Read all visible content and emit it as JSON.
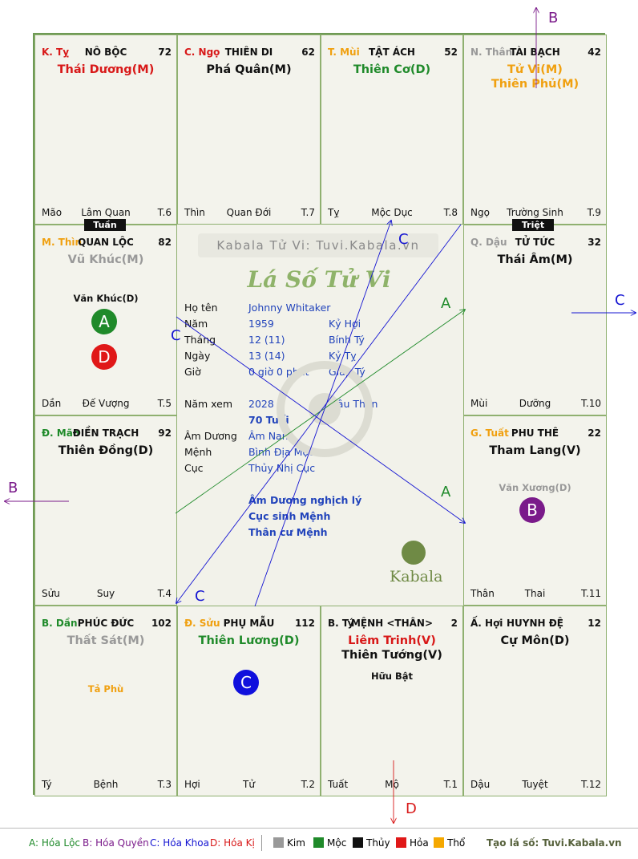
{
  "cells": [
    {
      "id": "ty",
      "can": "K. Tỵ",
      "can_color": "#d81818",
      "name": "NÔ BỘC",
      "num": "72",
      "stars": [
        {
          "t": "Thái Dương(M)",
          "c": "#d81818"
        }
      ],
      "bl": "Mão",
      "bc": "Lâm Quan",
      "br": "T.6"
    },
    {
      "id": "ngo",
      "can": "C. Ngọ",
      "can_color": "#d81818",
      "name": "THIÊN DI",
      "num": "62",
      "stars": [
        {
          "t": "Phá Quân(M)",
          "c": "#111111"
        }
      ],
      "bl": "Thìn",
      "bc": "Quan Đới",
      "br": "T.7"
    },
    {
      "id": "mui",
      "can": "T. Mùi",
      "can_color": "#f0a010",
      "name": "TẬT ÁCH",
      "num": "52",
      "stars": [
        {
          "t": "Thiên Cơ(D)",
          "c": "#1f8a2a"
        }
      ],
      "bl": "Tỵ",
      "bc": "Mộc Dục",
      "br": "T.8"
    },
    {
      "id": "than",
      "can": "N. Thân",
      "can_color": "#999999",
      "name": "TÀI BẠCH",
      "num": "42",
      "stars": [
        {
          "t": "Tử Vi(M)",
          "c": "#f0a010"
        },
        {
          "t": "Thiên Phủ(M)",
          "c": "#f0a010"
        }
      ],
      "bl": "Ngọ",
      "bc": "Trường Sinh",
      "br": "T.9"
    },
    {
      "id": "thin",
      "can": "M. Thìn",
      "can_color": "#f0a010",
      "name": "QUAN LỘC",
      "num": "82",
      "stars": [
        {
          "t": "Vũ Khúc(M)",
          "c": "#999999"
        }
      ],
      "minor": {
        "t": "Văn Khúc(D)",
        "c": "#111111"
      },
      "bl": "Dần",
      "bc": "Đế Vượng",
      "br": "T.5"
    },
    {
      "id": "dau",
      "can": "Q. Dậu",
      "can_color": "#999999",
      "name": "TỬ TỨC",
      "num": "32",
      "stars": [
        {
          "t": "Thái Âm(M)",
          "c": "#111111"
        }
      ],
      "bl": "Mùi",
      "bc": "Dưỡng",
      "br": "T.10"
    },
    {
      "id": "mao",
      "can": "Đ. Mão",
      "can_color": "#1f8a2a",
      "name": "ĐIỀN TRẠCH",
      "num": "92",
      "stars": [
        {
          "t": "Thiên Đồng(D)",
          "c": "#111111"
        }
      ],
      "bl": "Sửu",
      "bc": "Suy",
      "br": "T.4"
    },
    {
      "id": "tuat",
      "can": "G. Tuất",
      "can_color": "#f0a010",
      "name": "PHU THÊ",
      "num": "22",
      "stars": [
        {
          "t": "Tham Lang(V)",
          "c": "#111111"
        }
      ],
      "minor": {
        "t": "Văn Xương(D)",
        "c": "#999999"
      },
      "bl": "Thân",
      "bc": "Thai",
      "br": "T.11"
    },
    {
      "id": "dan",
      "can": "B. Dần",
      "can_color": "#1f8a2a",
      "name": "PHÚC ĐỨC",
      "num": "102",
      "stars": [
        {
          "t": "Thất Sát(M)",
          "c": "#999999"
        }
      ],
      "minor": {
        "t": "Tả Phù",
        "c": "#f0a010"
      },
      "bl": "Tý",
      "bc": "Bệnh",
      "br": "T.3"
    },
    {
      "id": "suu",
      "can": "Đ. Sửu",
      "can_color": "#f0a010",
      "name": "PHỤ MẪU",
      "num": "112",
      "stars": [
        {
          "t": "Thiên Lương(D)",
          "c": "#1f8a2a"
        }
      ],
      "bl": "Hợi",
      "bc": "Tử",
      "br": "T.2"
    },
    {
      "id": "tyy",
      "can": "B. Tý",
      "can_color": "#111111",
      "name": "MỆNH <THÂN>",
      "num": "2",
      "stars": [
        {
          "t": "Liêm Trinh(V)",
          "c": "#d81818"
        },
        {
          "t": "Thiên Tướng(V)",
          "c": "#111111"
        }
      ],
      "minor": {
        "t": "Hữu Bật",
        "c": "#111111"
      },
      "bl": "Tuất",
      "bc": "Mộ",
      "br": "T.1"
    },
    {
      "id": "hoi",
      "can": "Ấ. Hợi",
      "can_color": "#111111",
      "name": "HUYNH ĐỆ",
      "num": "12",
      "stars": [
        {
          "t": "Cự Môn(D)",
          "c": "#111111"
        }
      ],
      "bl": "Dậu",
      "bc": "Tuyệt",
      "br": "T.12"
    }
  ],
  "badges": {
    "tuan": "Tuần",
    "triet": "Triệt"
  },
  "circles": [
    {
      "letter": "A",
      "color": "#1f8a2a"
    },
    {
      "letter": "D",
      "color": "#e01818"
    },
    {
      "letter": "B",
      "color": "#7a1a8a"
    },
    {
      "letter": "C",
      "color": "#1010dd"
    }
  ],
  "center": {
    "watermark": "Kabala Tử Vi: Tuvi.Kabala.vn",
    "title": "Lá Số Tử Vi",
    "rows": [
      {
        "label": "Họ tên",
        "v1": "Johnny Whitaker",
        "v2": ""
      },
      {
        "label": "Năm",
        "v1": "1959",
        "v2": "Kỷ Hợi"
      },
      {
        "label": "Tháng",
        "v1": "12  (11)",
        "v2": "Bính Tý"
      },
      {
        "label": "Ngày",
        "v1": "13  (14)",
        "v2": "Kỷ Tỵ"
      },
      {
        "label": "Giờ",
        "v1": "0 giờ 0 phút",
        "v2": "Giáp Tý"
      },
      {
        "label": "Năm xem",
        "v1": "2028",
        "v2": "Mậu Thân"
      },
      {
        "label": "",
        "v1": "70 Tuổi",
        "v2": ""
      },
      {
        "label": "Âm Dương",
        "v1": "Âm Nam",
        "v2": ""
      },
      {
        "label": "Mệnh",
        "v1": "Bình Địa Mộc",
        "v2": ""
      },
      {
        "label": "Cục",
        "v1": "Thủy Nhị Cục",
        "v2": ""
      }
    ],
    "notes": [
      "Âm Dương nghịch lý",
      "Cục sinh Mệnh",
      "Thân cư Mệnh"
    ],
    "logo": "Kabala"
  },
  "arrow_labels": {
    "a": "A",
    "b": "B",
    "c": "C",
    "d": "D"
  },
  "legend": {
    "a": "A: Hóa Lộc",
    "b": "B: Hóa Quyền",
    "c": "C: Hóa Khoa",
    "d": "D: Hóa Kị",
    "elements": [
      {
        "name": "Kim",
        "color": "#999999"
      },
      {
        "name": "Mộc",
        "color": "#1f8a2a"
      },
      {
        "name": "Thủy",
        "color": "#111111"
      },
      {
        "name": "Hỏa",
        "color": "#e01818"
      },
      {
        "name": "Thổ",
        "color": "#f5a800"
      }
    ],
    "site": "Tạo lá số: Tuvi.Kabala.vn"
  },
  "colors": {
    "a": "#1f8a2a",
    "b": "#7a1a8a",
    "c": "#1414d2",
    "d": "#d81818"
  }
}
